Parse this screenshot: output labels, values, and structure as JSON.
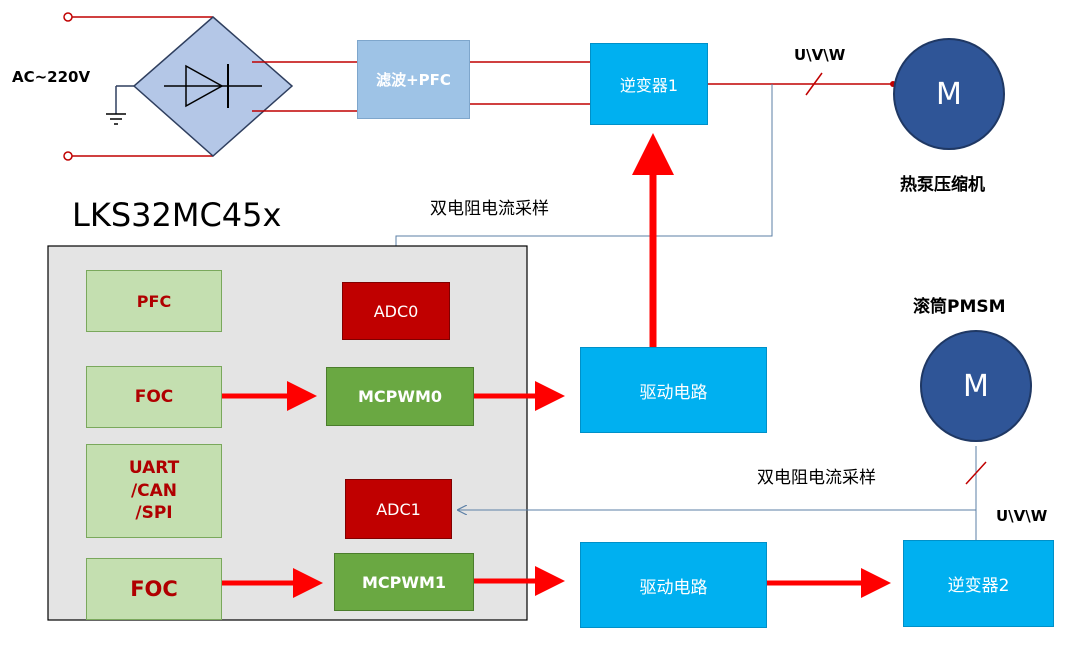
{
  "ac_label": "AC~220V",
  "filter_pfc": "滤波+PFC",
  "inverter1": "逆变器1",
  "inverter2": "逆变器2",
  "uvw_top": "U\\V\\W",
  "uvw_bottom": "U\\V\\W",
  "motor_top": {
    "letter": "M",
    "caption": "热泵压缩机"
  },
  "motor_bottom": {
    "letter": "M",
    "caption": "滚筒PMSM"
  },
  "sense_top": "双电阻电流采样",
  "sense_bottom": "双电阻电流采样",
  "chip_title": "LKS32MC45x",
  "chip_blocks": {
    "pfc": "PFC",
    "foc0": "FOC",
    "uart": "UART\n/CAN\n/SPI",
    "foc1": "FOC",
    "adc0": "ADC0",
    "adc1": "ADC1",
    "mcpwm0": "MCPWM0",
    "mcpwm1": "MCPWM1"
  },
  "driver_top": "驱动电路",
  "driver_bottom": "驱动电路",
  "colors": {
    "wire_red": "#c00000",
    "arrow_red": "#ff0000",
    "sense_line": "#5b7fa6",
    "chip_bg": "#e4e4e4"
  }
}
